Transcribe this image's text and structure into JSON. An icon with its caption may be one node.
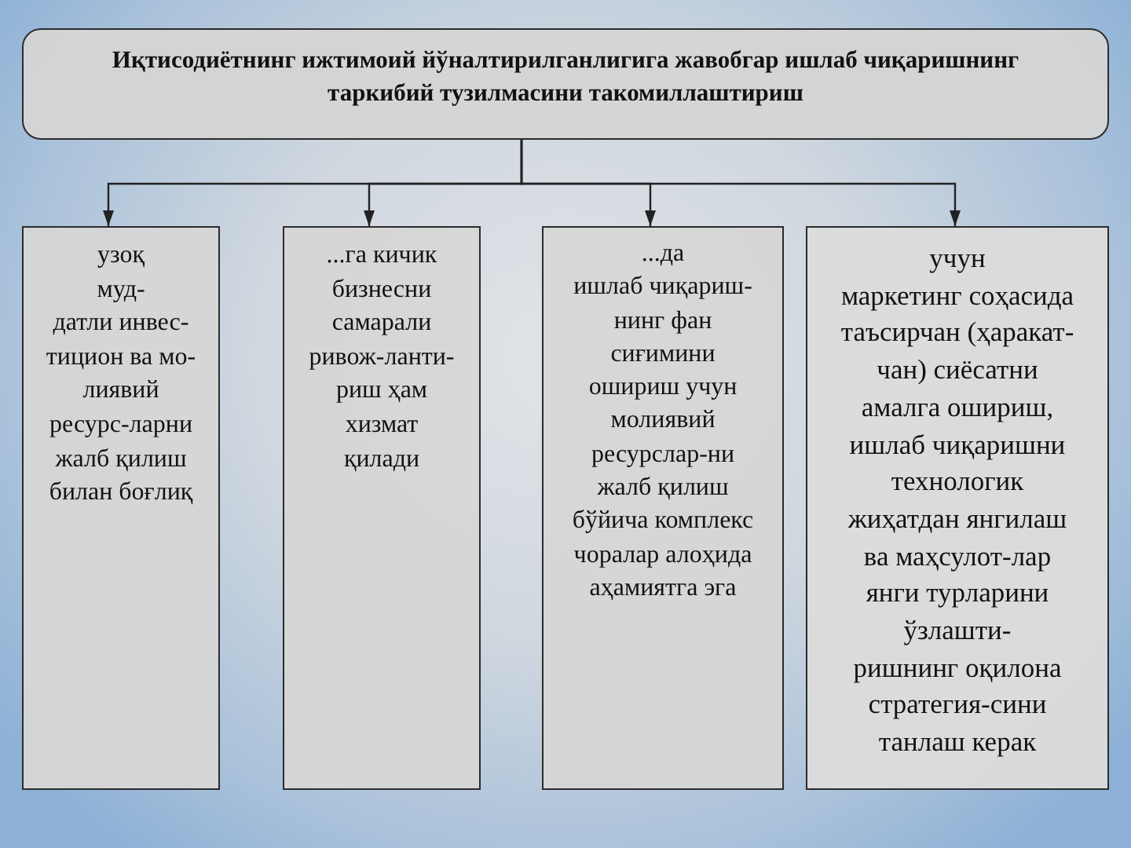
{
  "diagram": {
    "nodes": [
      {
        "text": [
          "Иқтисодиётнинг ижтимоий йўналтирилганлигига жавобгар ишлаб чиқаришнинг таркибий тузилмасини такомиллаштириш"
        ]
      },
      {
        "text": [
          "узоқ муд- датли инвес- тицион ва мо- лиявий ресурс-ларни жалб қилиш билан боғлиқ"
        ]
      },
      {
        "text": [
          "...га кичик бизнесни самарали ривож-ланти- риш ҳам хизмат қилади"
        ]
      },
      {
        "text": [
          "...да ишлаб чиқариш- нинг фан сиғимини ошириш учун молиявий ресурслар-ни жалб қилиш бўйича комплекс чоралар алоҳида аҳамиятга эга"
        ]
      },
      {
        "text": [
          "учун маркетинг соҳасида таъсирчан (ҳаракат- чан) сиёсатни амалга ошириш, ишлаб чиқаришни технологик жиҳатдан янгилаш ва маҳсулот-лар янги турларини ўзлашти- ришнинг оқилона стратегия-сини танлаш керак"
        ]
      }
    ],
    "edges": [
      {
        "from": 0,
        "to": 1,
        "arrow": "to"
      },
      {
        "from": 0,
        "to": 2,
        "arrow": "to"
      },
      {
        "from": 0,
        "to": 3,
        "arrow": "to"
      },
      {
        "from": 0,
        "to": 4,
        "arrow": "to"
      }
    ]
  }
}
